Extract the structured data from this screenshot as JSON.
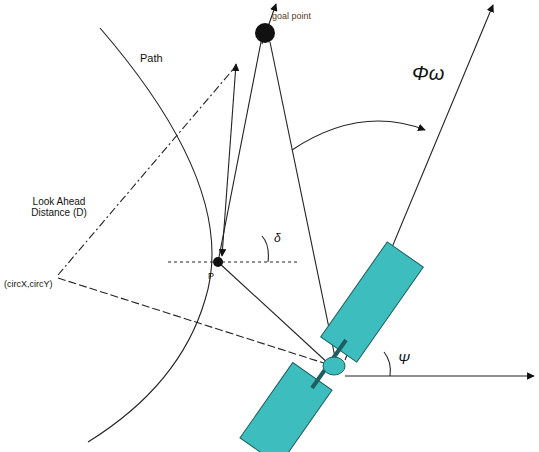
{
  "diagram": {
    "labels": [
      "Path",
      "goal point",
      "Look Ahead Distance (D)",
      "(circX,circY)",
      "P",
      "δ",
      "Φω",
      "Ψ"
    ]
  }
}
